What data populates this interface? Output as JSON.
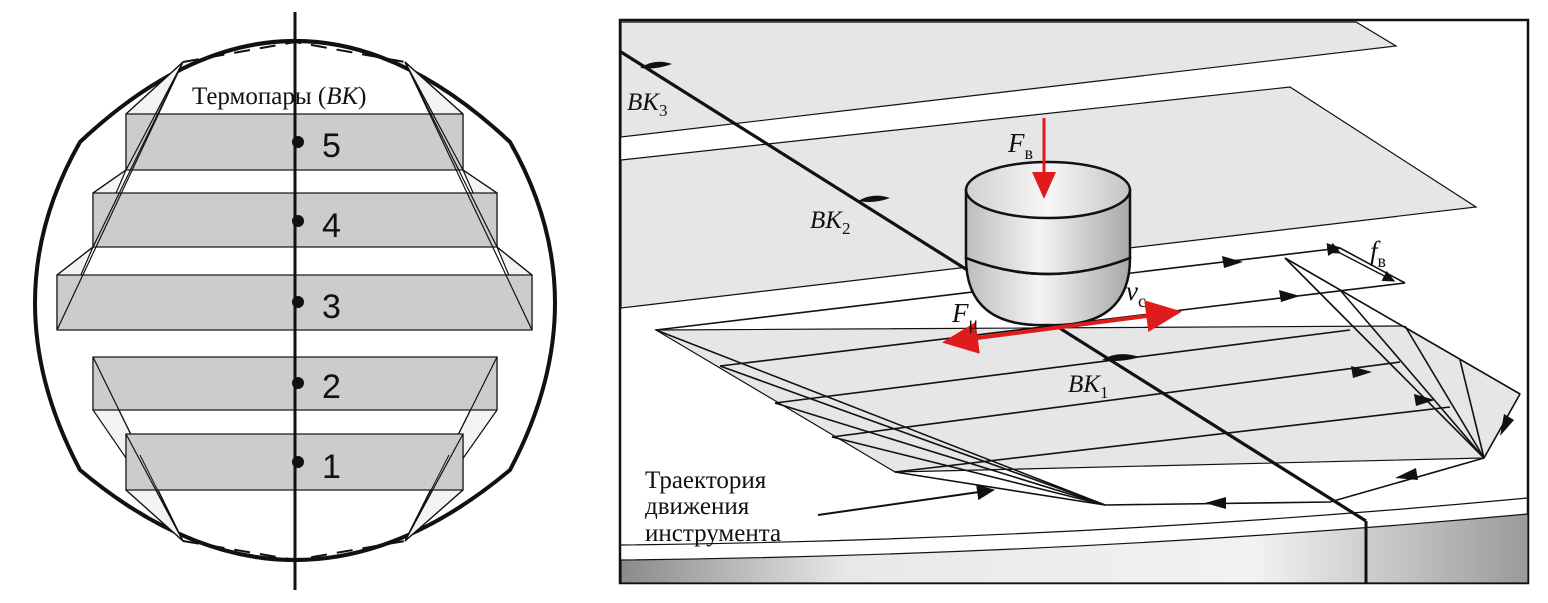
{
  "left_panel": {
    "title_prefix": "Термопары (",
    "title_italic": "BK",
    "title_suffix": ")",
    "layers": [
      {
        "number": "5"
      },
      {
        "number": "4"
      },
      {
        "number": "3"
      },
      {
        "number": "2"
      },
      {
        "number": "1"
      }
    ]
  },
  "right_panel": {
    "sensor_labels": [
      {
        "base": "BK",
        "sub": "3"
      },
      {
        "base": "BK",
        "sub": "2"
      },
      {
        "base": "BK",
        "sub": "1"
      }
    ],
    "force_vertical": {
      "base": "F",
      "sub": "в"
    },
    "force_friction": {
      "base": "F",
      "sub": "μ"
    },
    "speed": {
      "base": "v",
      "sub": "c"
    },
    "feed": {
      "base": "f",
      "sub": "в"
    },
    "trajectory_caption": [
      "Траектория",
      "движения",
      "инструмента"
    ]
  },
  "colors": {
    "stroke": "#111111",
    "layer_fill": "#cccccc",
    "plane_fill": "#e6e6e6",
    "force_arrow": "#e01b1b"
  }
}
